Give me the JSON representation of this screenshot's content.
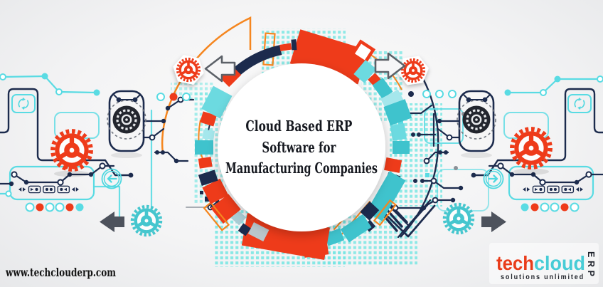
{
  "banner": {
    "heading_line1": "Cloud Based ERP",
    "heading_line2": "Software for",
    "heading_line3": "Manufacturing Companies"
  },
  "footer": {
    "website_url": "www.techclouderp.com"
  },
  "logo": {
    "word_tech": "tech",
    "word_cloud": "cloud",
    "word_erp": "ERP",
    "tagline": "solutions unlimited"
  },
  "icons": {
    "gears": [
      "red-gear-left",
      "red-gear-right",
      "teal-gear-left",
      "teal-gear-right",
      "hexagon-gear-badge-left",
      "hexagon-gear-badge-right"
    ],
    "arrows": [
      "outline-arrow-left",
      "outline-arrow-right",
      "solid-arrow-left",
      "solid-arrow-right",
      "circled-arrow-left",
      "circled-arrow-right"
    ],
    "machine": [
      "wheel-icon-left",
      "wheel-icon-right",
      "sync-icon-left",
      "sync-icon-right",
      "transport-controls-left",
      "transport-controls-right"
    ]
  },
  "colors": {
    "red": "#ee3b1a",
    "teal": "#3fc3cd",
    "tealL": "#6cdae0",
    "lcyan": "#a5e7ec",
    "cyan": "#59dbe3",
    "navy": "#1c2b4d",
    "orange": "#f5861f",
    "gray_arrow": "#4d525c",
    "logo_red": "#e93c1a",
    "logo_teal": "#47ccd6",
    "text_dark": "#15181f",
    "gblue": "#b9c7cc"
  }
}
